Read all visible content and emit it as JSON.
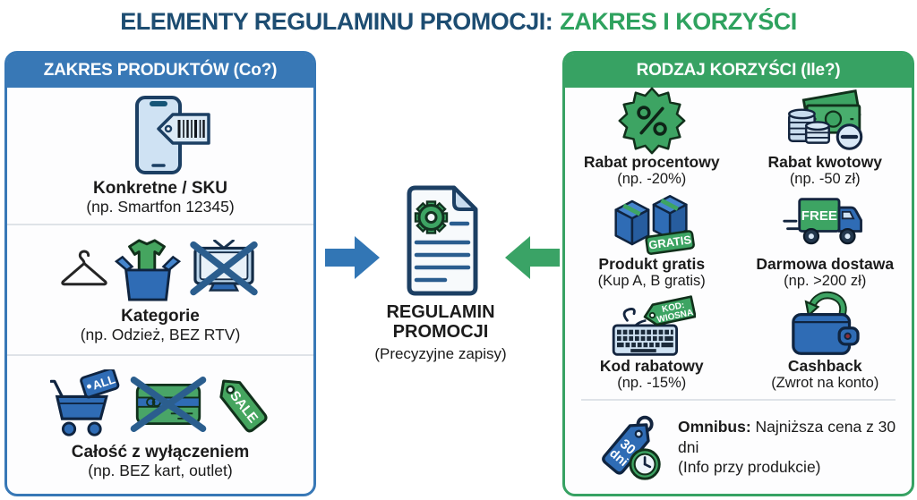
{
  "title": {
    "main": "ELEMENTY REGULAMINU PROMOCJI:",
    "accent": "ZAKRES I KORZYŚCI"
  },
  "colors": {
    "blue": "#3878b6",
    "green": "#37a263",
    "title_navy": "#1d4d72",
    "title_green": "#2fa25f"
  },
  "left_panel": {
    "header": "ZAKRES PRODUKTÓW (Co?)",
    "items": [
      {
        "label": "Konkretne / SKU",
        "example": "(np. Smartfon 12345)",
        "icons": [
          "smartphone-barcode-tag-icon"
        ]
      },
      {
        "label": "Kategorie",
        "example": "(np. Odzież, BEZ RTV)",
        "icons": [
          "hanger-icon",
          "clothes-box-icon",
          "crossed-tv-icon"
        ]
      },
      {
        "label": "Całość z wyłączeniem",
        "example": "(np. BEZ kart, outlet)",
        "icons": [
          "cart-all-icon",
          "crossed-giftcard-icon",
          "sale-tag-icon"
        ],
        "badges": {
          "all": "ALL",
          "sale": "SALE"
        }
      }
    ]
  },
  "center": {
    "title_line1": "REGULAMIN",
    "title_line2": "PROMOCJI",
    "subtitle": "(Precyzyjne zapisy)",
    "icons": [
      "arrow-right-icon",
      "document-gear-icon",
      "arrow-left-icon"
    ]
  },
  "right_panel": {
    "header": "RODZAJ KORZYŚCI (Ile?)",
    "items": [
      {
        "label": "Rabat procentowy",
        "example": "(np. -20%)",
        "icon": "percent-badge-icon"
      },
      {
        "label": "Rabat kwotowy",
        "example": "(np. -50 zł)",
        "icon": "money-minus-icon"
      },
      {
        "label": "Produkt gratis",
        "example": "(Kup A, B gratis)",
        "icon": "gratis-boxes-icon",
        "badge": "GRATIS"
      },
      {
        "label": "Darmowa dostawa",
        "example": "(np. >200 zł)",
        "icon": "free-delivery-truck-icon",
        "badge": "FREE"
      },
      {
        "label": "Kod rabatowy",
        "example": "(np. -15%)",
        "icon": "discount-code-keyboard-icon",
        "badge_line1": "KOD:",
        "badge_line2": "WIOSNA"
      },
      {
        "label": "Cashback",
        "example": "(Zwrot na konto)",
        "icon": "cashback-wallet-icon"
      }
    ],
    "omnibus": {
      "bold": "Omnibus:",
      "text": " Najniższa cena z 30 dni",
      "line2": "(Info przy produkcie)",
      "icon": "omnibus-tag-clock-icon",
      "tag_line1": "30",
      "tag_line2": "dni"
    }
  }
}
